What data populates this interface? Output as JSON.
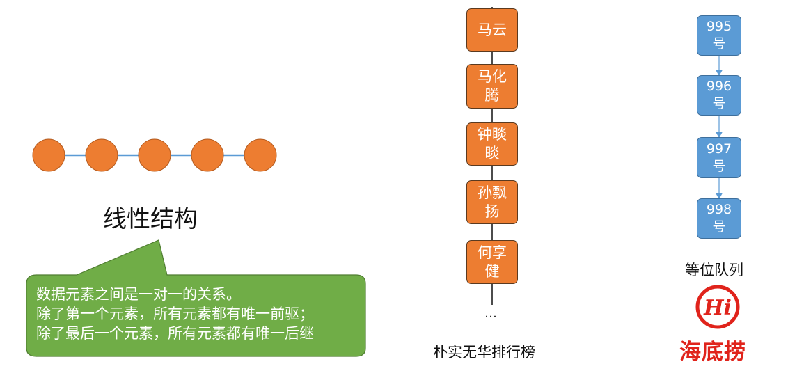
{
  "linear": {
    "node_count": 5,
    "node_color": "#ed7d31",
    "edge_color": "#5b9bd5",
    "title": "线性结构"
  },
  "callout": {
    "color": "#70ad47",
    "lines": [
      "数据元素之间是一对一的关系。",
      "除了第一个元素，所有元素都有唯一前驱；",
      "除了最后一个元素，所有元素都有唯一后继"
    ]
  },
  "ranking": {
    "items": [
      "马云",
      "马化腾",
      "钟睒睒",
      "孙飘扬",
      "何享健"
    ],
    "ellipsis": "…",
    "caption": "朴实无华排行榜"
  },
  "queue": {
    "items": [
      "995号",
      "996号",
      "997号",
      "998号"
    ],
    "caption": "等位队列"
  },
  "logo": {
    "mark": "Hi",
    "text": "海底捞",
    "color": "#e0231b"
  }
}
